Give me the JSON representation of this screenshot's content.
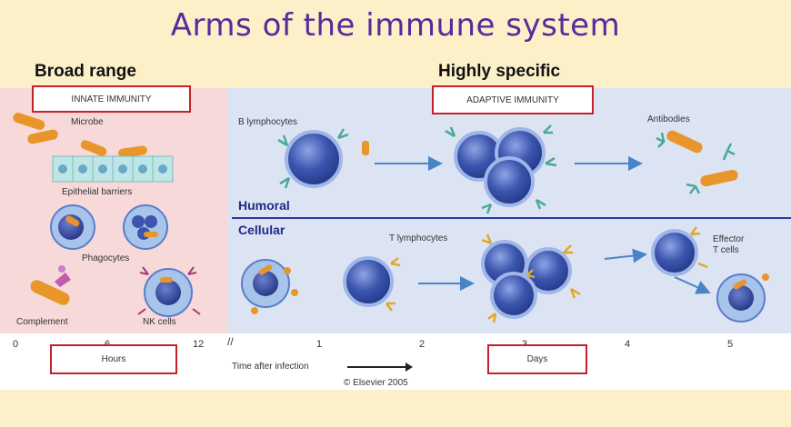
{
  "title": "Arms of the immune system",
  "innate": {
    "heading": "Broad range",
    "box_label": "INNATE IMMUNITY",
    "labels": {
      "microbe": "Microbe",
      "epithelial": "Epithelial barriers",
      "phagocytes": "Phagocytes",
      "complement": "Complement",
      "nk": "NK cells"
    }
  },
  "adaptive": {
    "heading": "Highly specific",
    "box_label": "ADAPTIVE IMMUNITY",
    "humoral": {
      "label": "Humoral",
      "b_lymphocytes": "B lymphocytes",
      "antibodies": "Antibodies"
    },
    "cellular": {
      "label": "Cellular",
      "t_lymphocytes": "T lymphocytes",
      "effector_line1": "Effector",
      "effector_line2": "T cells"
    }
  },
  "timeline": {
    "hour_ticks": [
      "0",
      "6",
      "12"
    ],
    "day_ticks": [
      "1",
      "2",
      "3",
      "4",
      "5"
    ],
    "hours_label": "Hours",
    "days_label": "Days",
    "axis_label": "Time after infection",
    "copyright": "© Elsevier 2005"
  },
  "colors": {
    "title": "#5a2a9a",
    "innate_bg": "#f7d9d9",
    "adaptive_bg": "#dce4f3",
    "highlight_box": "#c8202a",
    "cell_fill": "#4a63b8",
    "microbe": "#e8952a"
  }
}
